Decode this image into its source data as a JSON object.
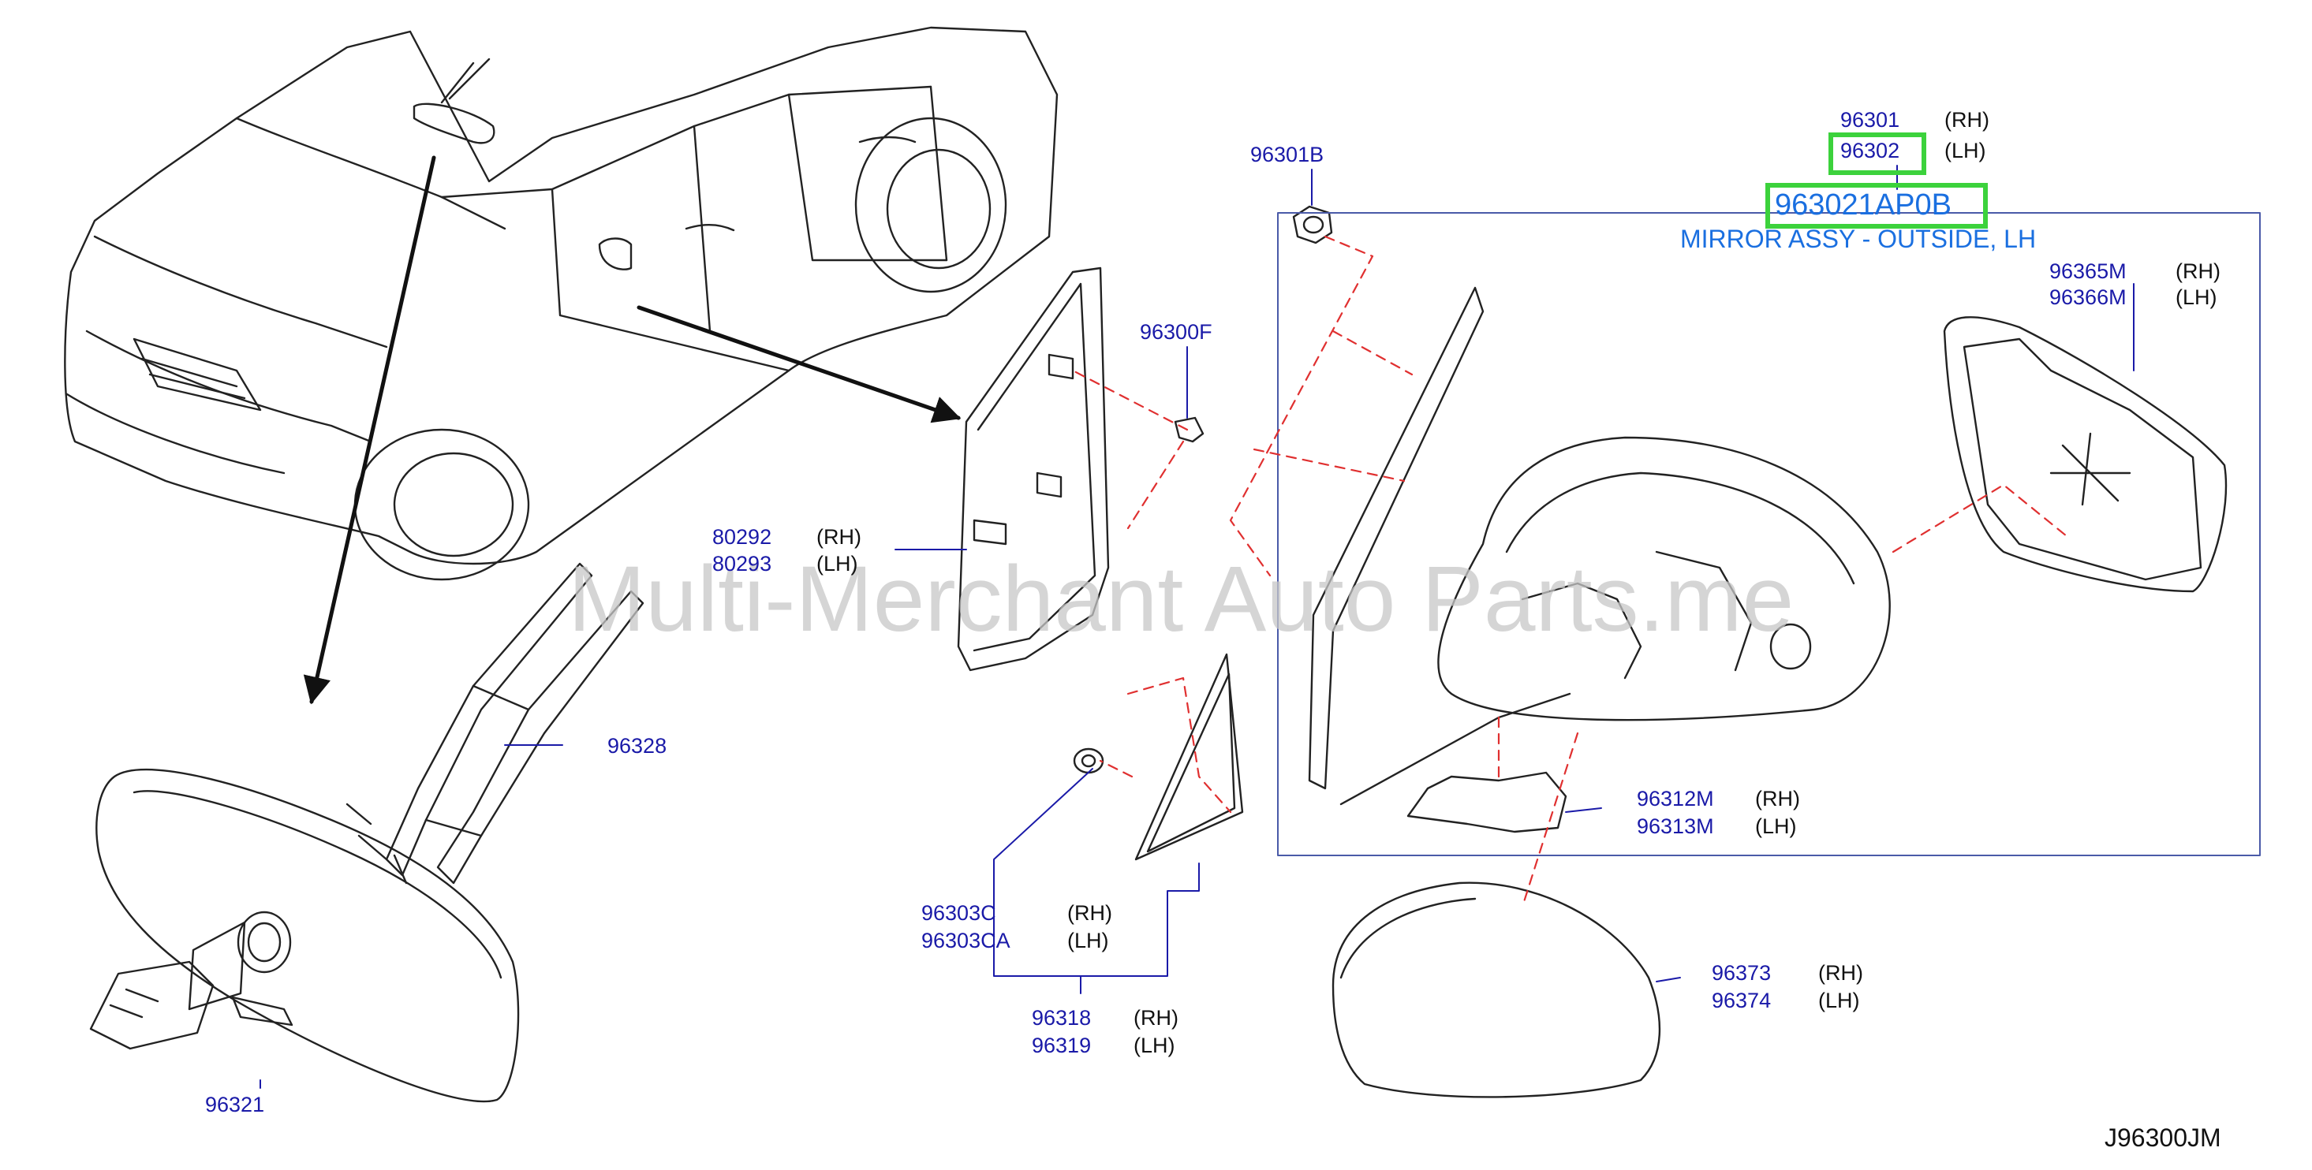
{
  "watermark": "Multi-Merchant Auto Parts.me",
  "diagram_code": "J96300JM",
  "highlight": {
    "part_number": "963021AP0B",
    "description": "MIRROR ASSY - OUTSIDE, LH"
  },
  "colors": {
    "part_number": "#1a1aa8",
    "highlight_box": "#3cd23c",
    "highlight_text": "#1a6fe0",
    "leader_dashed": "#e03030"
  },
  "callouts": {
    "p96301": "96301",
    "p96301_side": "(RH)",
    "p96302": "96302",
    "p96302_side": "(LH)",
    "p96301B": "96301B",
    "p96300F": "96300F",
    "p80292": "80292",
    "p80292_side": "(RH)",
    "p80293": "80293",
    "p80293_side": "(LH)",
    "p96328": "96328",
    "p96365M": "96365M",
    "p96365M_side": "(RH)",
    "p96366M": "96366M",
    "p96366M_side": "(LH)",
    "p96312M": "96312M",
    "p96312M_side": "(RH)",
    "p96313M": "96313M",
    "p96313M_side": "(LH)",
    "p96303C": "96303C",
    "p96303C_side": "(RH)",
    "p96303CA": "96303CA",
    "p96303CA_side": "(LH)",
    "p96318": "96318",
    "p96318_side": "(RH)",
    "p96319": "96319",
    "p96319_side": "(LH)",
    "p96373": "96373",
    "p96373_side": "(RH)",
    "p96374": "96374",
    "p96374_side": "(LH)",
    "p96321": "96321"
  }
}
